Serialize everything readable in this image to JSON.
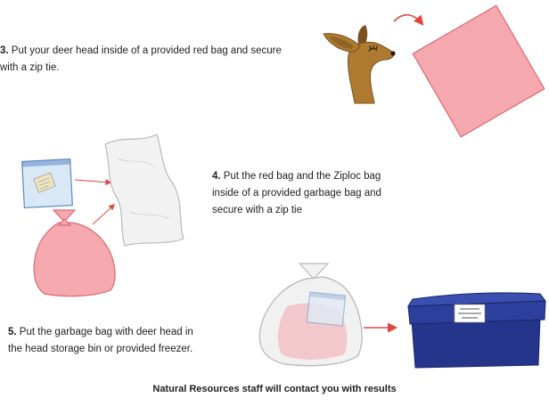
{
  "steps": {
    "step3": {
      "number": "3.",
      "line1": "Put your deer head inside of a provided red bag and secure",
      "line2": "with a zip tie."
    },
    "step4": {
      "number": "4.",
      "line1": "Put the red bag and the Ziploc bag",
      "line2": "inside of a provided garbage bag and",
      "line3": "secure with a zip tie"
    },
    "step5": {
      "number": "5.",
      "line1": "Put the garbage bag with deer head in",
      "line2": "the head storage bin or provided freezer."
    }
  },
  "footer": {
    "message": "Natural Resources staff will contact you with results"
  },
  "icons": {
    "step3": [
      "deer-head-icon",
      "arrow-icon",
      "red-bag-icon"
    ],
    "step4": [
      "ziploc-bag-icon",
      "red-bag-with-deer-icon",
      "arrow-icon",
      "garbage-bag-icon"
    ],
    "step5": [
      "filled-garbage-bag-icon",
      "arrow-icon",
      "storage-bin-icon"
    ]
  },
  "colors": {
    "red_bag_fill": "#f5a8ae",
    "red_bag_stroke": "#d96a74",
    "arrow_red": "#e0463f",
    "deer_brown": "#ad7a30",
    "deer_outline": "#7a5220",
    "ziploc_fill": "#d9e8f7",
    "ziploc_stroke": "#5b88c4",
    "garbage_bag_fill": "#f2f2f2",
    "garbage_bag_stroke": "#b9b9b9",
    "bin_top": "#3a4fb0",
    "bin_lid": "#2d3f9c",
    "bin_body": "#25358b",
    "bin_edge": "#1a2566"
  }
}
